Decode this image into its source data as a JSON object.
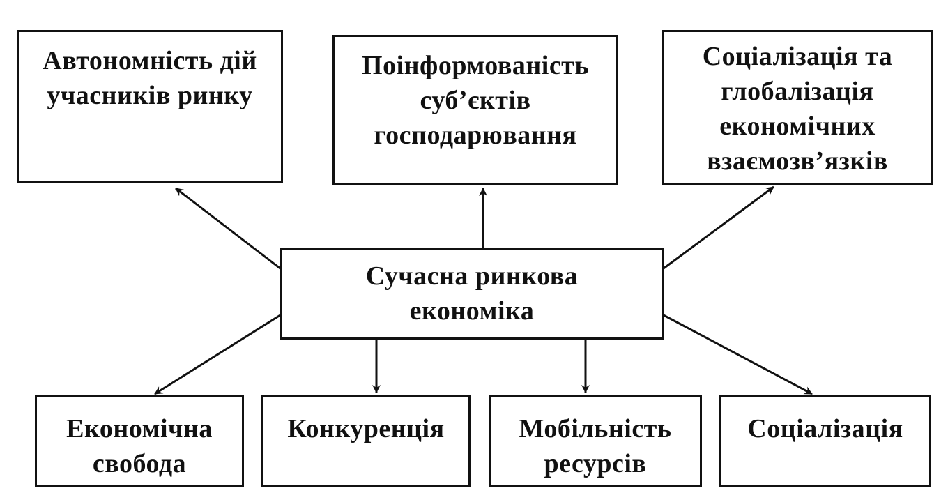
{
  "center": {
    "lines": [
      "Сучасна ринкова",
      "економіка"
    ]
  },
  "top_boxes": [
    {
      "lines": [
        "Автономність дій",
        "учасників ринку"
      ]
    },
    {
      "lines": [
        "Поінформованість",
        "суб’єктів",
        "господарювання"
      ]
    },
    {
      "lines": [
        "Соціалізація та",
        "глобалізація",
        "економічних",
        "взаємозв’язків"
      ]
    }
  ],
  "bottom_boxes": [
    {
      "lines": [
        "Економічна",
        "свобода"
      ]
    },
    {
      "lines": [
        "Конкуренція"
      ]
    },
    {
      "lines": [
        "Мобільність",
        "ресурсів"
      ]
    },
    {
      "lines": [
        "Соціалізація"
      ]
    }
  ]
}
